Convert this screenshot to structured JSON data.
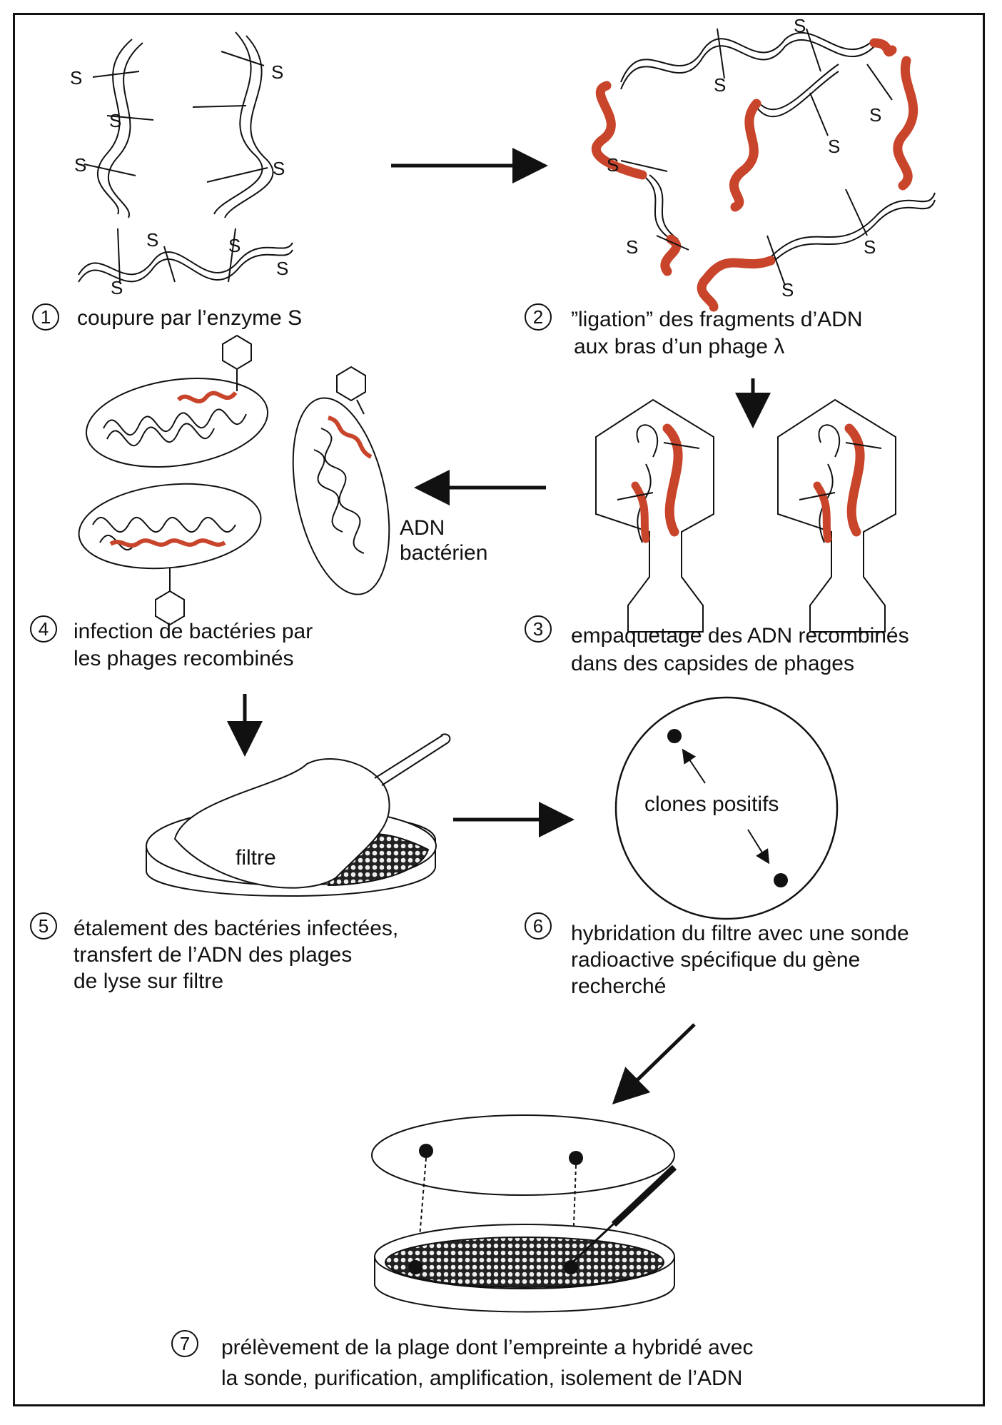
{
  "site_marker": "S",
  "steps": [
    {
      "number": "1",
      "caption_lines": [
        "coupure par l’enzyme S"
      ]
    },
    {
      "number": "2",
      "caption_lines": [
        "”ligation” des fragments d’ADN",
        "aux bras d’un phage λ"
      ]
    },
    {
      "number": "3",
      "caption_lines": [
        "empaquetage des ADN recombinés",
        "dans des capsides de phages"
      ]
    },
    {
      "number": "4",
      "caption_lines": [
        "infection de bactéries par",
        "les phages recombinés"
      ]
    },
    {
      "number": "5",
      "caption_lines": [
        "étalement des bactéries infectées,",
        "transfert de l’ADN des plages",
        "de lyse sur filtre"
      ]
    },
    {
      "number": "6",
      "caption_lines": [
        "hybridation du filtre avec une sonde",
        "radioactive spécifique du gène",
        "recherché"
      ]
    },
    {
      "number": "7",
      "caption_lines": [
        "prélèvement de la plage dont l’empreinte a hybridé avec",
        "la sonde, purification, amplification, isolement de l’ADN"
      ]
    }
  ],
  "labels": {
    "bacterial_dna_line1": "ADN",
    "bacterial_dna_line2": "bactérien",
    "filter": "filtre",
    "positive_clones": "clones positifs"
  },
  "colors": {
    "insert_dna": "#c8442a",
    "line": "#111111"
  }
}
